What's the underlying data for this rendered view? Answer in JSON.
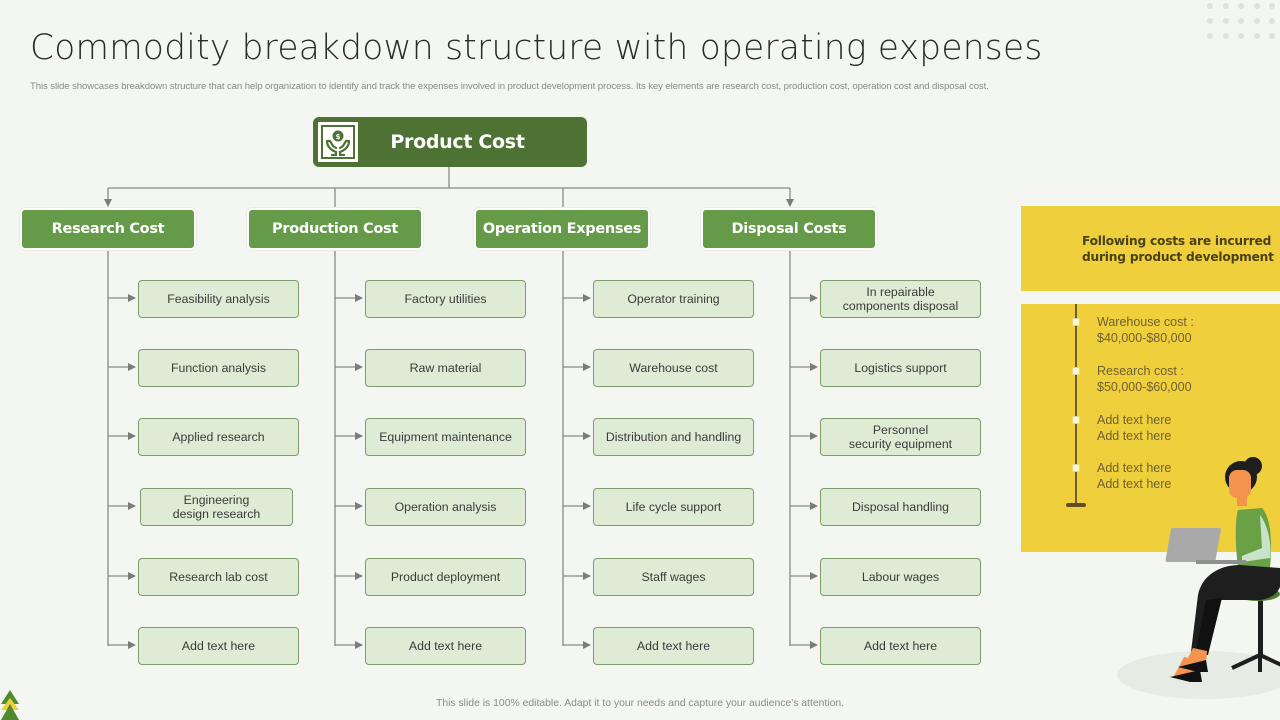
{
  "title": "Commodity breakdown structure with operating expenses",
  "subtitle": "This slide showcases breakdown structure that can help organization to identify and track the expenses involved in product development  process. Its key elements  are research cost, production cost, operation cost and disposal cost.",
  "root": {
    "label": "Product Cost",
    "icon": "hands-holding-money-icon"
  },
  "categories": [
    {
      "label": "Research Cost",
      "items": [
        "Feasibility analysis",
        "Function analysis",
        "Applied research",
        "Engineering\ndesign research",
        "Research lab cost",
        "Add text here"
      ]
    },
    {
      "label": "Production Cost",
      "items": [
        "Factory utilities",
        "Raw material",
        "Equipment maintenance",
        "Operation analysis",
        "Product deployment",
        "Add text here"
      ]
    },
    {
      "label": "Operation Expenses",
      "items": [
        "Operator training",
        "Warehouse cost",
        "Distribution and handling",
        "Life cycle support",
        "Staff wages",
        "Add text here"
      ]
    },
    {
      "label": "Disposal Costs",
      "items": [
        "In repairable\ncomponents disposal",
        "Logistics support",
        "Personnel\nsecurity equipment",
        "Disposal handling",
        "Labour wages",
        "Add text here"
      ]
    }
  ],
  "side_panel": {
    "heading": "Following costs are incurred during product development",
    "entries": [
      "Warehouse cost :\n$40,000-$80,000",
      "Research cost :\n$50,000-$60,000",
      "Add text here\nAdd text here",
      "Add text here\nAdd text here"
    ]
  },
  "footer": "This slide is 100% editable.  Adapt it to your needs and capture your audience's attention.",
  "colors": {
    "root_green": "#4e7134",
    "category_green": "#649a48",
    "item_fill": "#deebd5",
    "item_border": "#7e9c6b",
    "panel_yellow": "#f0cf3c",
    "background": "#f4f7f1"
  }
}
